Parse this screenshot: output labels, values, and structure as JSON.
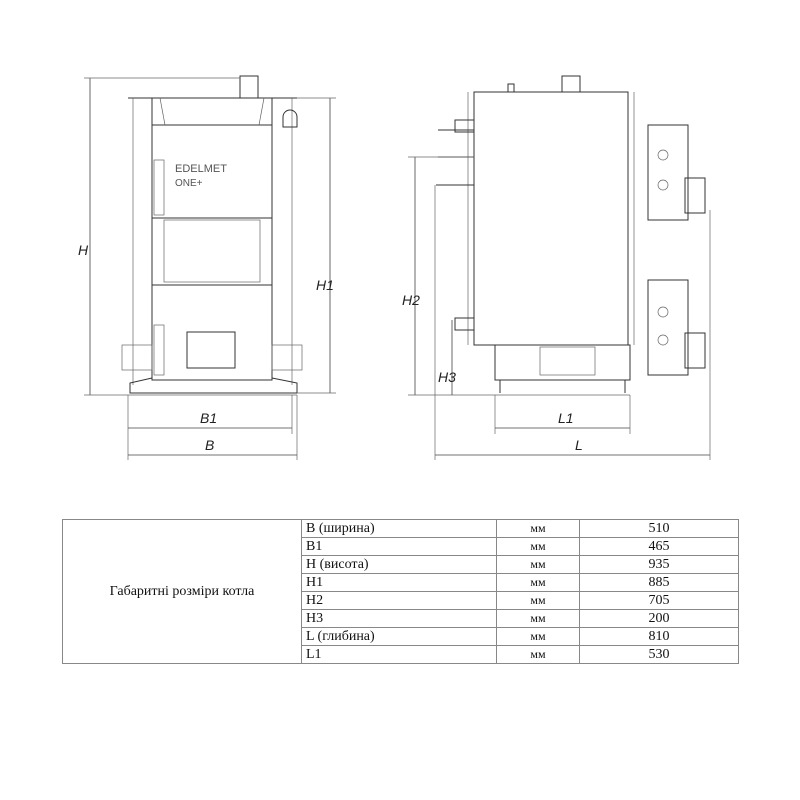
{
  "drawing": {
    "brand": "EDELMET",
    "model": "ONE+",
    "front_labels": {
      "H": "H",
      "H1": "H1",
      "B1": "B1",
      "B": "B"
    },
    "side_labels": {
      "H2": "H2",
      "H3": "H3",
      "L1": "L1",
      "L": "L"
    }
  },
  "table": {
    "title": "Габаритні розміри котла",
    "rows": [
      {
        "name": "B (ширина)",
        "unit": "мм",
        "value": "510"
      },
      {
        "name": "B1",
        "unit": "мм",
        "value": "465"
      },
      {
        "name": "H (висота)",
        "unit": "мм",
        "value": "935"
      },
      {
        "name": "H1",
        "unit": "мм",
        "value": "885"
      },
      {
        "name": "H2",
        "unit": "мм",
        "value": "705"
      },
      {
        "name": "H3",
        "unit": "мм",
        "value": "200"
      },
      {
        "name": "L (глибина)",
        "unit": "мм",
        "value": "810"
      },
      {
        "name": "L1",
        "unit": "мм",
        "value": "530"
      }
    ]
  }
}
